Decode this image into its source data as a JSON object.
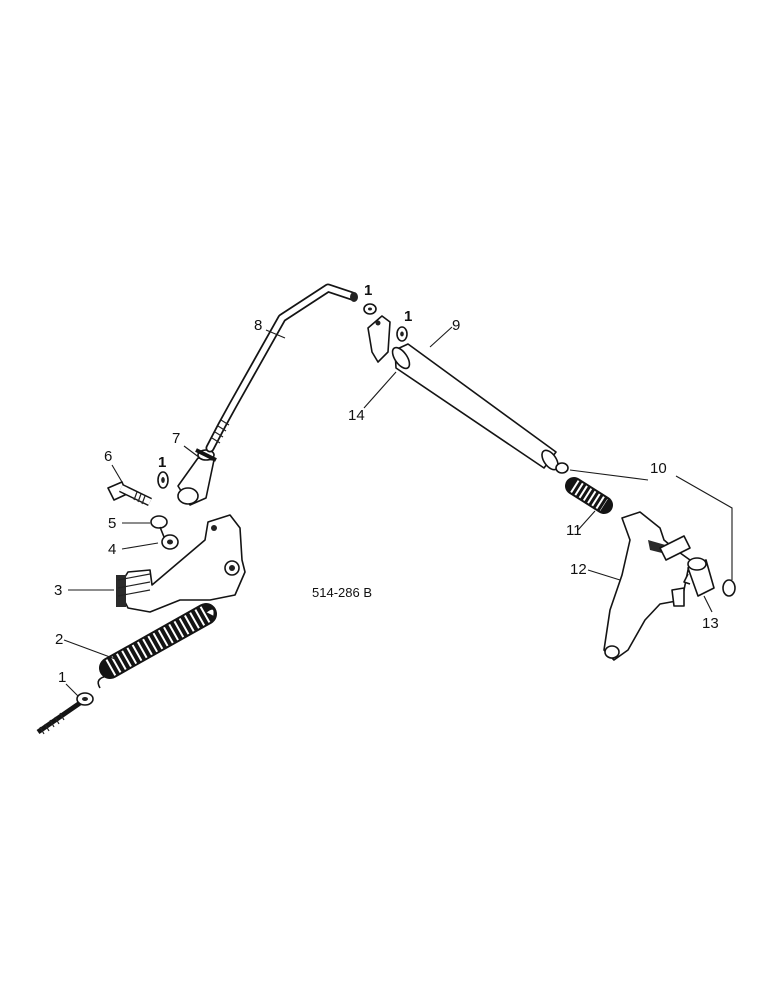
{
  "drawing_code": "514-286 B",
  "callouts": [
    {
      "id": "bolt-eye",
      "text": "1"
    },
    {
      "id": "spring",
      "text": "2"
    },
    {
      "id": "pedal",
      "text": "3"
    },
    {
      "id": "nut",
      "text": "4"
    },
    {
      "id": "stud",
      "text": "5"
    },
    {
      "id": "bolt",
      "text": "6"
    },
    {
      "id": "clevis",
      "text": "7"
    },
    {
      "id": "rod",
      "text": "8"
    },
    {
      "id": "shaft",
      "text": "9"
    },
    {
      "id": "ring",
      "text": "10"
    },
    {
      "id": "shaft-spring",
      "text": "11"
    },
    {
      "id": "fork",
      "text": "12"
    },
    {
      "id": "sleeve",
      "text": "13"
    },
    {
      "id": "bushing",
      "text": "14"
    },
    {
      "id": "washer-a",
      "text": "1"
    },
    {
      "id": "washer-b",
      "text": "1"
    },
    {
      "id": "washer-c",
      "text": "1"
    }
  ]
}
